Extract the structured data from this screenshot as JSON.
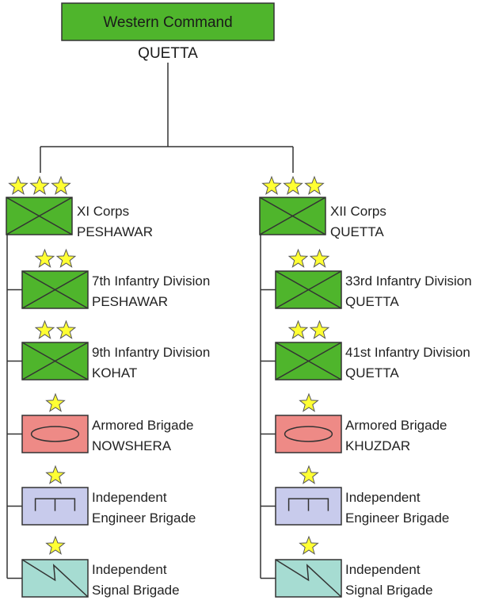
{
  "hq": {
    "name": "Western Command",
    "location": "QUETTA",
    "color": "#4fb52c"
  },
  "colors": {
    "infantry": "#4fb52c",
    "armored": "#ee8a86",
    "engineer": "#c8cbec",
    "signal": "#a6dcd2",
    "star": "#ffff33",
    "line": "#333333"
  },
  "corps": [
    {
      "name": "XI Corps",
      "location": "PESHAWAR",
      "stars": 3,
      "units": [
        {
          "type": "infantry",
          "stars": 2,
          "lines": [
            "7th Infantry Division",
            "PESHAWAR"
          ]
        },
        {
          "type": "infantry",
          "stars": 2,
          "lines": [
            "9th Infantry Division",
            "KOHAT"
          ]
        },
        {
          "type": "armored",
          "stars": 1,
          "lines": [
            "Armored Brigade",
            "NOWSHERA"
          ]
        },
        {
          "type": "engineer",
          "stars": 1,
          "lines": [
            "Independent",
            "Engineer Brigade"
          ]
        },
        {
          "type": "signal",
          "stars": 1,
          "lines": [
            "Independent",
            "Signal Brigade"
          ]
        }
      ]
    },
    {
      "name": "XII Corps",
      "location": "QUETTA",
      "stars": 3,
      "units": [
        {
          "type": "infantry",
          "stars": 2,
          "lines": [
            "33rd Infantry Division",
            "QUETTA"
          ]
        },
        {
          "type": "infantry",
          "stars": 2,
          "lines": [
            "41st Infantry Division",
            "QUETTA"
          ]
        },
        {
          "type": "armored",
          "stars": 1,
          "lines": [
            "Armored Brigade",
            "KHUZDAR"
          ]
        },
        {
          "type": "engineer",
          "stars": 1,
          "lines": [
            "Independent",
            "Engineer Brigade"
          ]
        },
        {
          "type": "signal",
          "stars": 1,
          "lines": [
            "Independent",
            "Signal Brigade"
          ]
        }
      ]
    }
  ]
}
